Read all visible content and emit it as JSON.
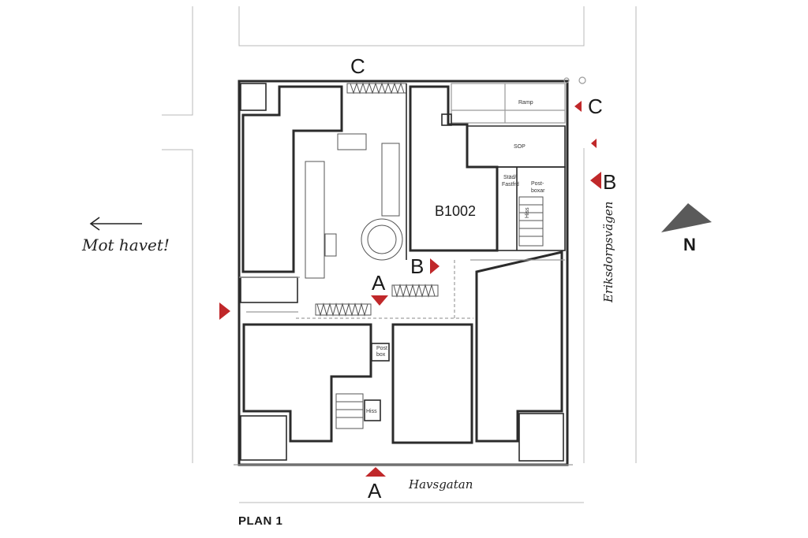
{
  "plan_title": "PLAN 1",
  "direction_note": "Mot havet!",
  "streets": {
    "bottom": "Havsgatan",
    "right": "Eriksdorpsvägen"
  },
  "compass": {
    "label": "N"
  },
  "sections": {
    "a_top": "A",
    "a_bottom": "A",
    "b_mid": "B",
    "b_right": "B",
    "c_top": "C",
    "c_right": "C"
  },
  "rooms": {
    "unit": "B1002",
    "ramp": "Ramp",
    "sop": "SOP",
    "stad_line1": "Städ/",
    "stad_line2": "Fastfrd",
    "post_right_line1": "Post-",
    "post_right_line2": "boxar",
    "post_left_line1": "Post",
    "post_left_line2": "box",
    "lift_right": "Hiss",
    "lift_left": "Hiss"
  },
  "colors": {
    "marker": "#c0282a",
    "wall": "#2b2b2b",
    "compass": "#5a5a5a"
  }
}
